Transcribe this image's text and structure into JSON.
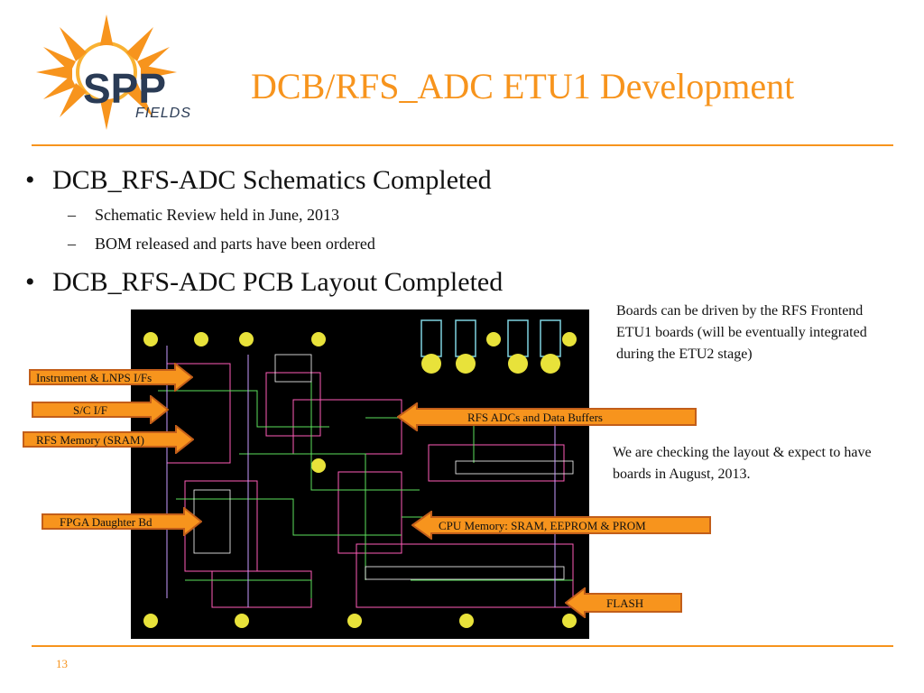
{
  "slide": {
    "title": "DCB/RFS_ADC ETU1 Development",
    "page_number": "13",
    "accent_color": "#f7941d"
  },
  "logo": {
    "text_main": "SPP",
    "text_sub": "FIELDS",
    "icon": "sun-icon"
  },
  "bullets": [
    {
      "text": "DCB_RFS-ADC Schematics Completed",
      "sub": [
        "Schematic Review held in June, 2013",
        "BOM released and parts have been ordered"
      ]
    },
    {
      "text": "DCB_RFS-ADC PCB Layout Completed",
      "sub": []
    }
  ],
  "notes": {
    "boards": "Boards can be driven by the RFS Frontend ETU1 boards  (will be eventually integrated  during the ETU2 stage)",
    "checking": "We are checking the layout & expect to have boards in August, 2013."
  },
  "callouts": {
    "instrument": "Instrument & LNPS I/Fs",
    "sc": "S/C I/F",
    "rfs_memory": "RFS Memory (SRAM)",
    "fpga": "FPGA Daughter Bd",
    "rfs_adcs": "RFS ADCs and Data Buffers",
    "cpu_memory": "CPU Memory:  SRAM, EEPROM & PROM",
    "flash": "FLASH"
  },
  "bullet_glyphs": {
    "level1": "•",
    "level2": "–"
  }
}
